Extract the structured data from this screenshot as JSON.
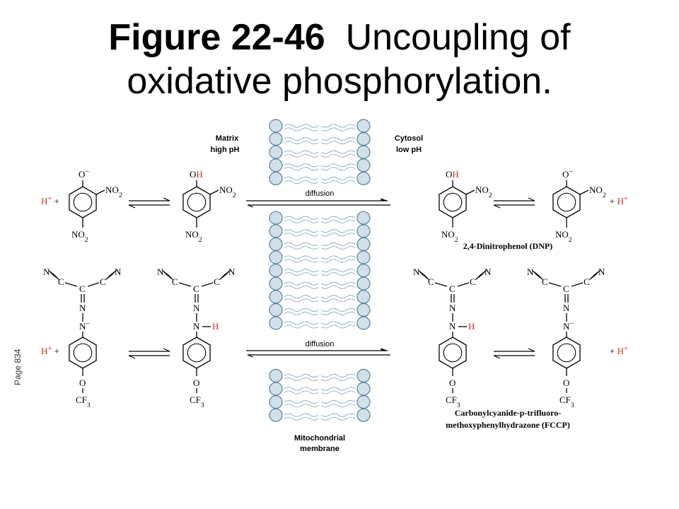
{
  "title": {
    "figure": "Figure 22-46",
    "rest_line1": "Uncoupling of",
    "line2": "oxidative phosphorylation."
  },
  "page_note": "Page 834",
  "membrane": {
    "matrix_label_1": "Matrix",
    "matrix_label_2": "high pH",
    "cytosol_label_1": "Cytosol",
    "cytosol_label_2": "low pH",
    "bottom_label_1": "Mitochondrial",
    "bottom_label_2": "membrane",
    "diffusion": "diffusion"
  },
  "chem": {
    "proton": "H",
    "plus": "+",
    "oxide": "O",
    "hydroxyl_o": "O",
    "hydroxyl_h": "H",
    "nitro": "NO",
    "sub2": "2",
    "sub3": "3",
    "n": "N",
    "c": "C",
    "h": "H",
    "cf": "CF",
    "minus": "−",
    "dnp_name": "2,4-Dinitrophenol (DNP)",
    "fccp_name_1": "Carbonylcyanide-p-trifluoro-",
    "fccp_name_2": "methoxyphenylhydrazone (FCCP)"
  },
  "colors": {
    "proton_red": "#c0392b",
    "lipid_head_fill": "#cfe0ea",
    "lipid_head_stroke": "#5a7f95",
    "lipid_tail": "#9bb7c8"
  }
}
